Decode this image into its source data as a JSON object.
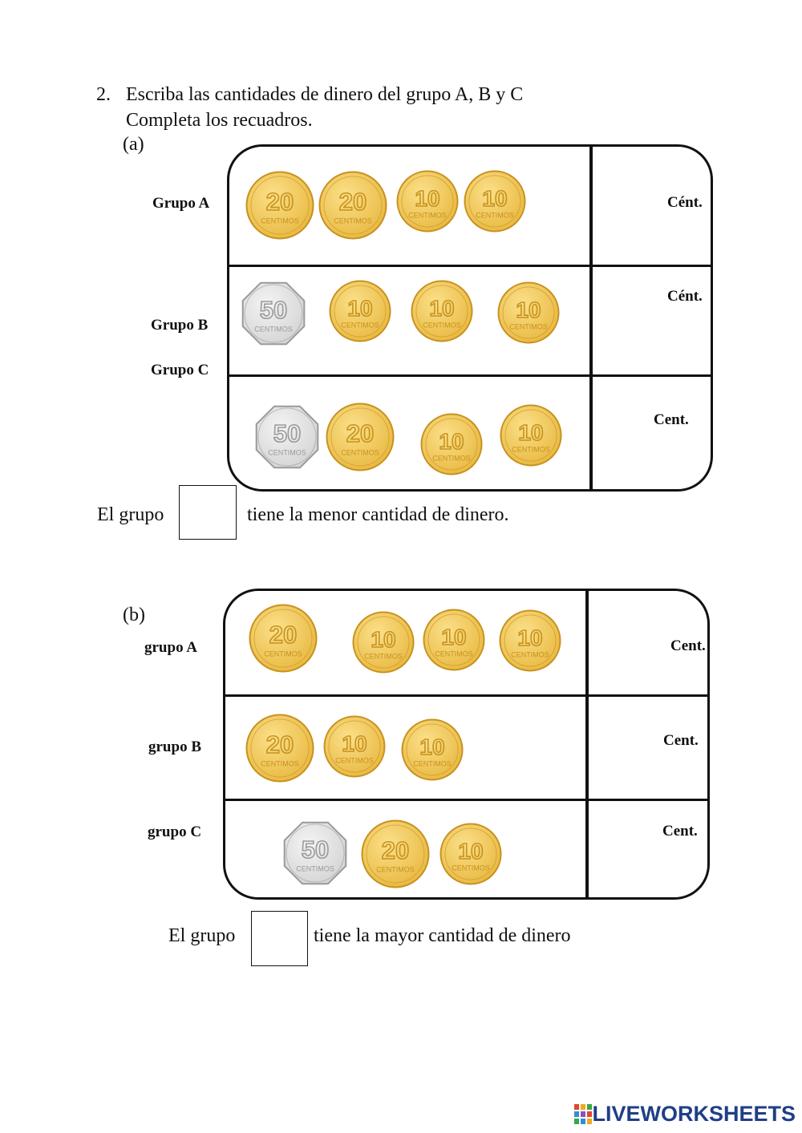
{
  "instructions": {
    "number": "2.",
    "line1": "Escriba las cantidades de dinero del grupo A, B y C",
    "line2": "Completa los recuadros."
  },
  "part_a": {
    "label": "(a)",
    "rows": [
      {
        "label": "Grupo A",
        "unit": "Cént.",
        "coins": [
          20,
          20,
          10,
          10
        ]
      },
      {
        "label": "Grupo B",
        "unit": "Cént.",
        "coins": [
          50,
          10,
          10,
          10
        ]
      },
      {
        "label": "Grupo C",
        "unit": "Cent.",
        "coins": [
          50,
          20,
          10,
          10
        ]
      }
    ],
    "sentence_before": "El grupo",
    "sentence_after": "tiene la menor cantidad de dinero."
  },
  "part_b": {
    "label": "(b)",
    "rows": [
      {
        "label": "grupo A",
        "unit": "Cent.",
        "coins": [
          20,
          10,
          10,
          10
        ]
      },
      {
        "label": "grupo B",
        "unit": "Cent.",
        "coins": [
          20,
          10,
          10
        ]
      },
      {
        "label": "grupo C",
        "unit": "Cent.",
        "coins": [
          50,
          20,
          10
        ]
      }
    ],
    "sentence_before": "El grupo",
    "sentence_after": "tiene la mayor cantidad de dinero"
  },
  "coin_text": "CENTIMOS",
  "footer": {
    "brand": "LIVEWORKSHEETS"
  },
  "colors": {
    "gold": "#e8b840",
    "gold_dark": "#c8921e",
    "silver": "#d4d4d4",
    "silver_dark": "#9a9a9a",
    "brand": "#1f3f86"
  }
}
